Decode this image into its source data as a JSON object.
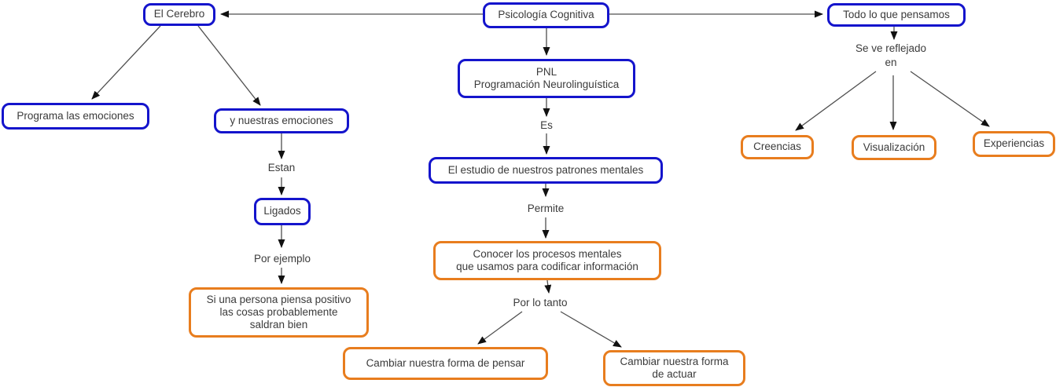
{
  "colors": {
    "node-blue": "#1414cc",
    "node-orange": "#e87d1e",
    "text": "#3b3b3b",
    "line": "#4f4f4f",
    "arrowhead": "#111111",
    "background": "#ffffff"
  },
  "nodes": {
    "psicologia_cognitiva": "Psicología Cognitiva",
    "el_cerebro": "El Cerebro",
    "todo_lo_que_pensamos": "Todo lo que pensamos",
    "pnl": "PNL\nProgramación Neurolinguística",
    "programa_las_emociones": "Programa las emociones",
    "y_nuestras_emociones": "y nuestras emociones",
    "ligados": "Ligados",
    "el_estudio_patrones": "El estudio de nuestros patrones mentales",
    "conocer_procesos": "Conocer los procesos mentales\nque usamos para codificar información",
    "si_una_persona": "Si una persona piensa positivo\nlas cosas probablemente\nsaldran bien",
    "cambiar_pensar": "Cambiar nuestra forma de pensar",
    "cambiar_actuar": "Cambiar nuestra forma\nde actuar",
    "creencias": "Creencias",
    "visualizacion": "Visualización",
    "experiencias": "Experiencias"
  },
  "link_labels": {
    "es": "Es",
    "permite": "Permite",
    "por_lo_tanto": "Por lo tanto",
    "estan": "Estan",
    "por_ejemplo": "Por ejemplo",
    "se_ve_reflejado_en": "Se ve reflejado\nen"
  }
}
